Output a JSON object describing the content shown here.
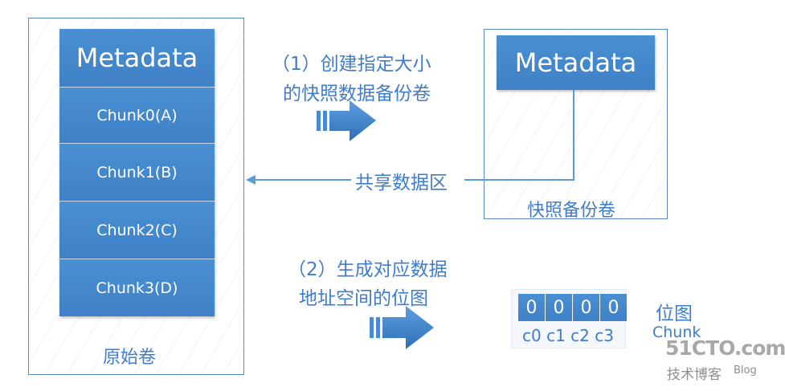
{
  "original_volume": {
    "metadata_label": "Metadata",
    "chunks": [
      "Chunk0(A)",
      "Chunk1(B)",
      "Chunk2(C)",
      "Chunk3(D)"
    ],
    "caption": "原始卷"
  },
  "snapshot_volume": {
    "metadata_label": "Metadata",
    "caption": "快照备份卷"
  },
  "step1": {
    "line1": "（1）创建指定大小",
    "line2": "的快照数据备份卷"
  },
  "shared_label": "共享数据区",
  "step2": {
    "line1": "（2）生成对应数据",
    "line2": "地址空间的位图"
  },
  "bitmap": {
    "bits": [
      "0",
      "0",
      "0",
      "0"
    ],
    "chunk_labels": "c0 c1 c2 c3",
    "title": "位图",
    "subtitle": "Chunk"
  },
  "watermark": {
    "brand": "51CTO.com",
    "sub1": "技术博客",
    "sub2": "Blog"
  },
  "colors": {
    "block_blue": "#4189cf",
    "frame_blue": "#5b89c7",
    "text_blue": "#3f7ccc"
  }
}
